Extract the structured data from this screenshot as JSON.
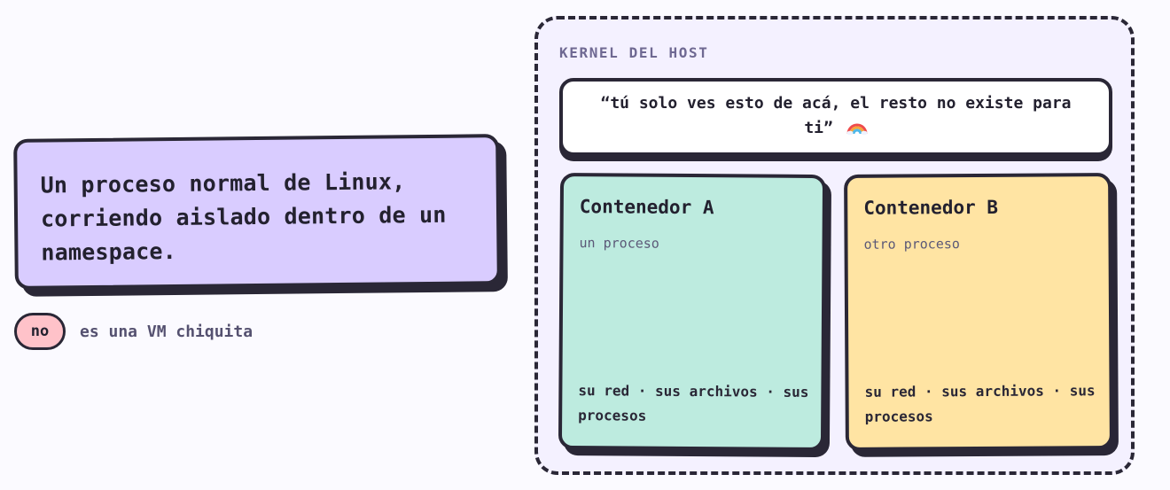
{
  "definition": {
    "text": "Un proceso normal de Linux, corriendo aislado dentro de un namespace."
  },
  "note": {
    "badge": "no",
    "text": "es una VM chiquita"
  },
  "host": {
    "label": "KERNEL DEL HOST",
    "quote": "“tú solo ves esto de acá, el resto no existe para ti”",
    "quote_icon": "rainbow-icon"
  },
  "containers": [
    {
      "title": "Contenedor A",
      "subtitle": "un proceso",
      "footer": "su red · sus archivos · sus procesos",
      "color": "#bdebdf"
    },
    {
      "title": "Contenedor B",
      "subtitle": "otro proceso",
      "footer": "su red · sus archivos · sus procesos",
      "color": "#ffe4a3"
    }
  ]
}
